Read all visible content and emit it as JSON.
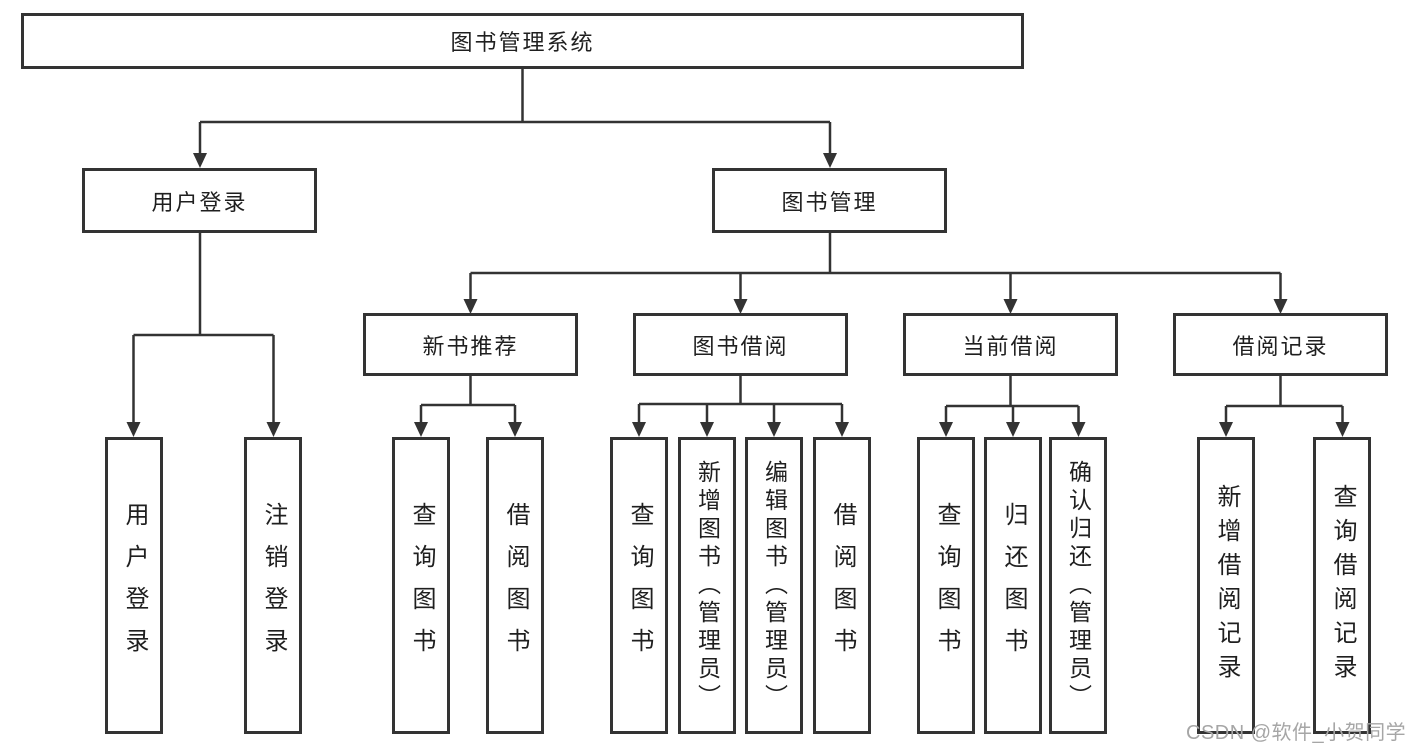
{
  "diagram": {
    "title": "图书管理系统",
    "level2": {
      "user_login": "用户登录",
      "book_mgmt": "图书管理"
    },
    "level3": {
      "new_book": "新书推荐",
      "book_borrow": "图书借阅",
      "current_borrow": "当前借阅",
      "borrow_records": "借阅记录"
    },
    "leaves": {
      "user": [
        "用户登录",
        "注销登录"
      ],
      "newbook": [
        "查询图书",
        "借阅图书"
      ],
      "borrow": [
        "查询图书",
        "新增图书（管理员）",
        "编辑图书（管理员）",
        "借阅图书"
      ],
      "current": [
        "查询图书",
        "归还图书",
        "确认归还（管理员）"
      ],
      "records": [
        "新增借阅记录",
        "查询借阅记录"
      ]
    },
    "watermark": "CSDN @软件_小贺同学",
    "colors": {
      "line": "#333333",
      "border": "#333333",
      "text": "#1f1f1f",
      "watermark": "#a6a6a6",
      "background": "#ffffff"
    }
  }
}
